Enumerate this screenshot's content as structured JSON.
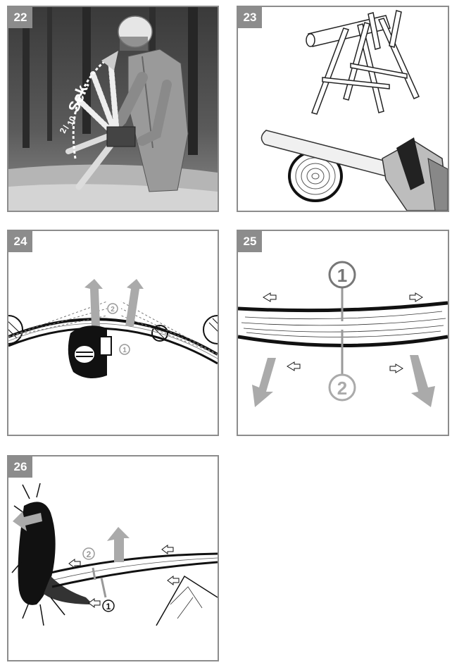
{
  "figures": [
    {
      "number": "22"
    },
    {
      "number": "23"
    },
    {
      "number": "24",
      "markers": [
        "1",
        "2"
      ]
    },
    {
      "number": "25",
      "markers": [
        "1",
        "2"
      ]
    },
    {
      "number": "26",
      "markers": [
        "1",
        "2"
      ]
    }
  ],
  "fig22": {
    "reaction_time": "Sek.",
    "fraction_num": "2",
    "fraction_den": "10"
  },
  "colors": {
    "badge": "#8c8c8c",
    "border": "#8c8c8c",
    "arrow": "#aaaaaa"
  }
}
